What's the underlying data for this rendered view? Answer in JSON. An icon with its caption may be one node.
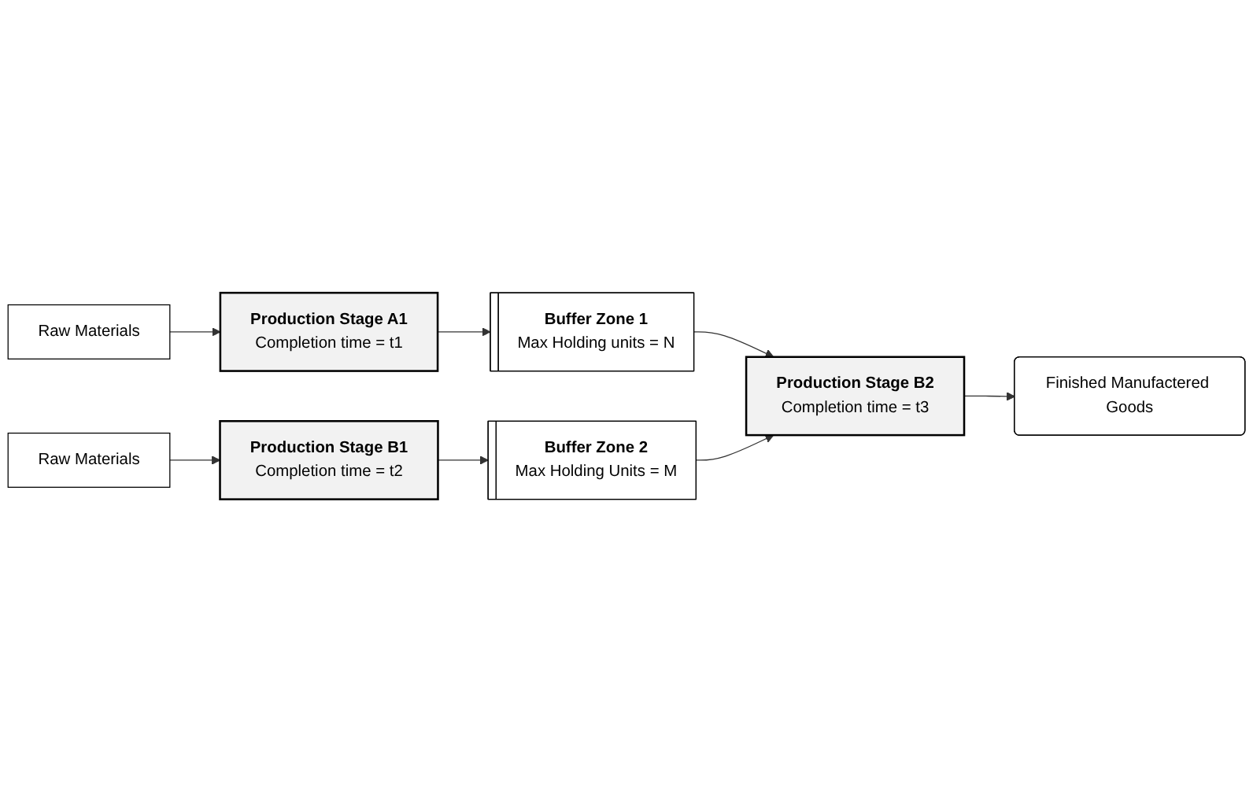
{
  "diagram": {
    "nodes": [
      {
        "text": [
          "Raw Materials"
        ]
      },
      {
        "text": [
          "Production Stage A1",
          "Completion time = t1"
        ]
      },
      {
        "text": [
          "Buffer Zone 1",
          "Max Holding units = N"
        ]
      },
      {
        "text": [
          "Raw Materials"
        ]
      },
      {
        "text": [
          "Production Stage B1",
          "Completion time = t2"
        ]
      },
      {
        "text": [
          "Buffer Zone 2",
          "Max Holding Units = M"
        ]
      },
      {
        "text": [
          "Production Stage B2",
          "Completion time = t3"
        ]
      },
      {
        "text": [
          "Finished Manufactered Goods"
        ]
      }
    ],
    "edges": [
      {
        "from": 0,
        "to": 1,
        "arrow": "to"
      },
      {
        "from": 1,
        "to": 2,
        "arrow": "to"
      },
      {
        "from": 2,
        "to": 6,
        "arrow": "to"
      },
      {
        "from": 3,
        "to": 4,
        "arrow": "to"
      },
      {
        "from": 4,
        "to": 5,
        "arrow": "to"
      },
      {
        "from": 5,
        "to": 6,
        "arrow": "to"
      },
      {
        "from": 6,
        "to": 7,
        "arrow": "to"
      }
    ]
  }
}
